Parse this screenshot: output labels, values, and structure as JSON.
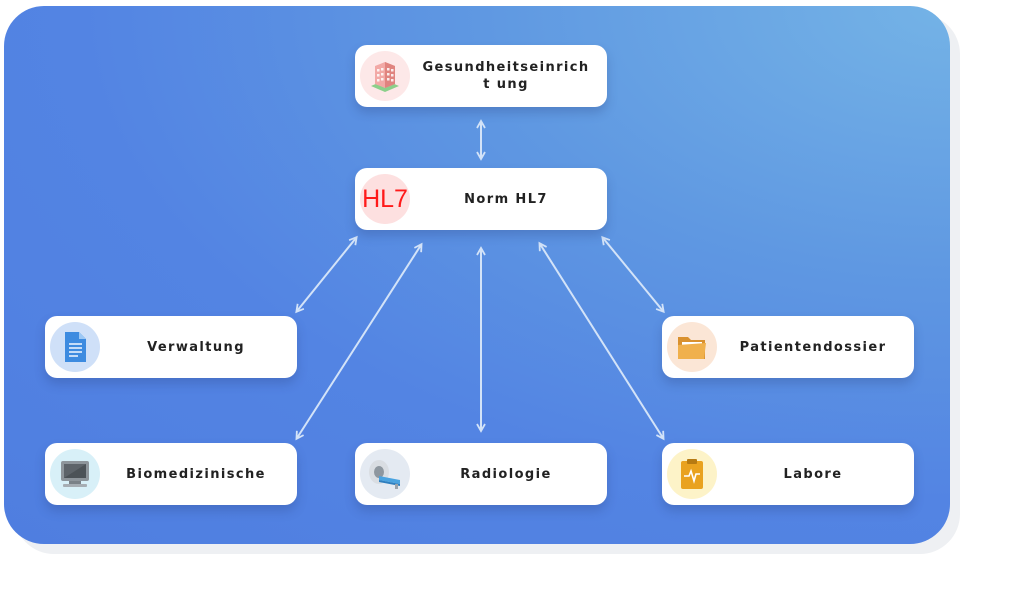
{
  "diagram": {
    "nodes": {
      "top": {
        "label": "Gesundheitseinricht ung",
        "icon": "hospital-building-icon",
        "icon_bg": "#fde8e8"
      },
      "hub": {
        "label": "Norm HL7",
        "icon_text": "HL7",
        "icon_color": "#ff1a1a",
        "icon_bg": "#fde0e0"
      },
      "verwaltung": {
        "label": "Verwaltung",
        "icon": "document-icon",
        "icon_bg": "#cfe0f8"
      },
      "patientendossier": {
        "label": "Patientendossier",
        "icon": "folder-icon",
        "icon_bg": "#fbe6d6"
      },
      "biomedizinische": {
        "label": "Biomedizinische",
        "icon": "monitor-icon",
        "icon_bg": "#d8f0f8"
      },
      "radiologie": {
        "label": "Radiologie",
        "icon": "ct-scanner-icon",
        "icon_bg": "#e4eaf2"
      },
      "labore": {
        "label": "Labore",
        "icon": "clipboard-icon",
        "icon_bg": "#fdf3c8"
      }
    },
    "colors": {
      "panel": "#5384e3",
      "arrow": "#cfe0f8"
    }
  }
}
